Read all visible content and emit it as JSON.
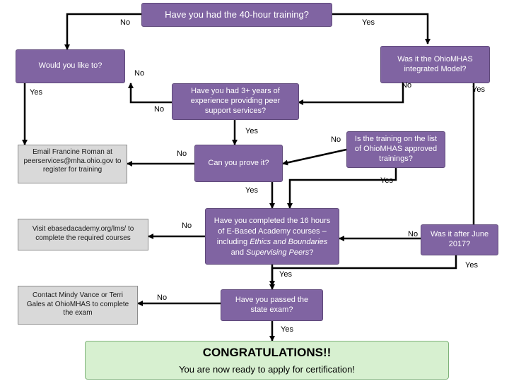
{
  "nodes": {
    "q40": "Have you had the 40-hour training?",
    "like_to": "Would you like to?",
    "ohio_model": "Was it the OhioMHAS integrated Model?",
    "exp3": "Have you had 3+ years of experience providing peer support services?",
    "email_box": {
      "pre": "Email ",
      "name": "Francine Roman",
      "post": " at peerservices@mha.ohio.gov to register for training"
    },
    "prove": "Can you prove it?",
    "approved_list": "Is the training on the list of OhioMHAS approved trainings?",
    "ebased_q": {
      "pre": "Have you completed the 16 hours of E-Based Academy courses – including ",
      "em1": "Ethics and Boundaries",
      "mid": " and ",
      "em2": "Supervising Peers",
      "post": "?"
    },
    "visit_box": {
      "pre": "Visit ",
      "link": "ebasedacademy.org/lms/",
      "post": " to complete the required courses"
    },
    "after_june": "Was it after June 2017?",
    "contact_box": {
      "pre": "Contact ",
      "name1": "Mindy Vance",
      "mid": " or ",
      "name2": "Terri Gales",
      "post": " at OhioMHAS to complete the exam"
    },
    "state_exam": "Have you passed the state exam?",
    "congrats_title": "CONGRATULATIONS!!",
    "congrats_sub": "You are now ready to apply for certification!"
  },
  "labels": {
    "no1": "No",
    "yes1": "Yes",
    "no2": "No",
    "yes2": "Yes",
    "no3": "No",
    "yes3": "Yes",
    "no4": "No",
    "yes4": "Yes",
    "no5": "No",
    "no6": "No",
    "yes5": "Yes",
    "yes6": "Yes",
    "no7": "No",
    "no8": "No",
    "yes7": "Yes",
    "yes8": "Yes",
    "no9": "No",
    "yes9": "Yes"
  },
  "colors": {
    "decision": "#8064a2",
    "action": "#d9d9d9",
    "success": "#d7f0d0",
    "line": "#000000"
  }
}
